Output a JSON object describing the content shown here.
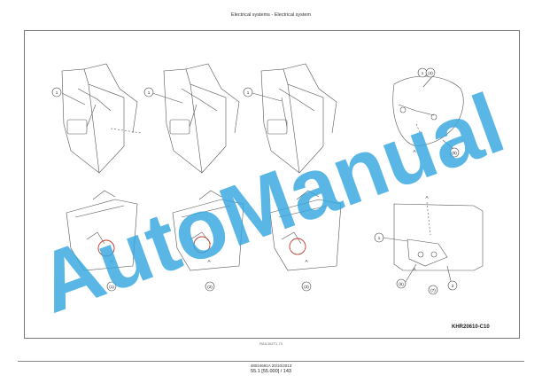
{
  "header": {
    "title": "Electrical systems - Electrical system"
  },
  "figure": {
    "callouts": [
      "1",
      "1",
      "1",
      "1",
      "(4)",
      "(5)",
      "1",
      "(6)",
      "2"
    ],
    "letters": [
      "A",
      "A",
      "A",
      "A",
      "A",
      "A"
    ],
    "step_tags": [
      "(1)",
      "(2)",
      "(3)",
      "(7)"
    ],
    "code": "KHR20610-C10"
  },
  "page_ref": "RAIL16JT1-73",
  "footer": {
    "doc": "48024691A 20/10/2013",
    "section": "55.1 [55.000] / 143"
  },
  "watermark": {
    "text": "AutoManual",
    "color": "#35a7e0"
  }
}
